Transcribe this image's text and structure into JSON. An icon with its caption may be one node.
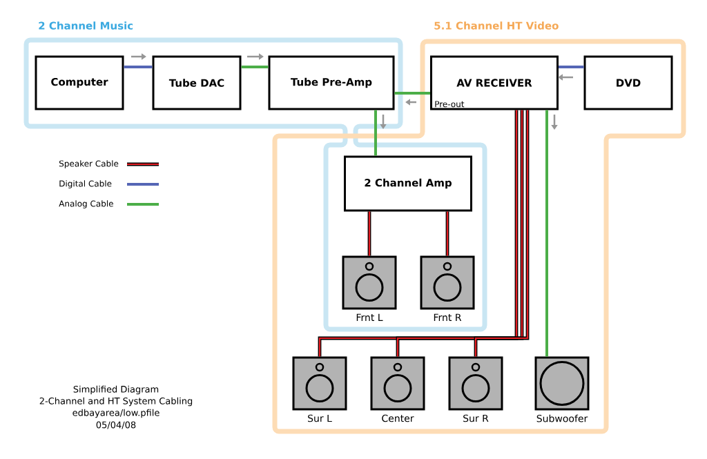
{
  "diagram": {
    "nodes": [
      {
        "text": [
          "2 Channel Music"
        ]
      },
      {
        "text": [
          "Computer"
        ],
        "in": 0
      },
      {
        "text": [
          "Tube DAC"
        ],
        "in": 0
      },
      {
        "text": [
          "Tube Pre-Amp"
        ],
        "in": 0
      },
      {
        "text": [
          "5.1 Channel HT Video"
        ]
      },
      {
        "text": [
          "AV RECEIVER",
          "Pre-out"
        ],
        "in": 4
      },
      {
        "text": [
          "DVD"
        ],
        "in": 4
      },
      {
        "text": [
          "2 Channel Amp"
        ]
      },
      {
        "text": [],
        "shape": "speaker",
        "beside": [
          "Frnt L"
        ]
      },
      {
        "text": [],
        "shape": "speaker",
        "beside": [
          "Frnt R"
        ]
      },
      {
        "text": [],
        "shape": "speaker",
        "beside": [
          "Sur L"
        ],
        "in": 4
      },
      {
        "text": [],
        "shape": "speaker",
        "beside": [
          "Center"
        ],
        "in": 4
      },
      {
        "text": [],
        "shape": "speaker",
        "beside": [
          "Sur R"
        ],
        "in": 4
      },
      {
        "text": [],
        "shape": "woofer",
        "beside": [
          "Subwoofer"
        ],
        "in": 4
      }
    ],
    "edges": [
      {
        "from": 1,
        "to": 2,
        "arrow": "none",
        "color": "#5566b5"
      },
      {
        "from": 2,
        "to": 3,
        "arrow": "none",
        "color": "#4cae48"
      },
      {
        "from": 3,
        "to": 5,
        "arrow": "none",
        "color": "#4cae48"
      },
      {
        "from": 6,
        "to": 5,
        "arrow": "none",
        "color": "#5566b5"
      },
      {
        "from": 3,
        "to": 7,
        "arrow": "none",
        "color": "#4cae48"
      },
      {
        "from": 7,
        "to": 8,
        "arrow": "none"
      },
      {
        "from": 7,
        "to": 9,
        "arrow": "none"
      },
      {
        "from": 5,
        "to": 10,
        "arrow": "none"
      },
      {
        "from": 5,
        "to": 11,
        "arrow": "none"
      },
      {
        "from": 5,
        "to": 12,
        "arrow": "none"
      },
      {
        "from": 5,
        "to": 13,
        "arrow": "none",
        "color": "#4cae48"
      }
    ],
    "labels": [
      "Simplified Diagram",
      "2-Channel and HT System Cabling",
      "edbayarea/low.pfile",
      "05/04/08"
    ],
    "legend": [
      {
        "text": "Speaker Cable"
      },
      {
        "text": "Digital Cable"
      },
      {
        "text": "Analog Cable"
      }
    ]
  }
}
